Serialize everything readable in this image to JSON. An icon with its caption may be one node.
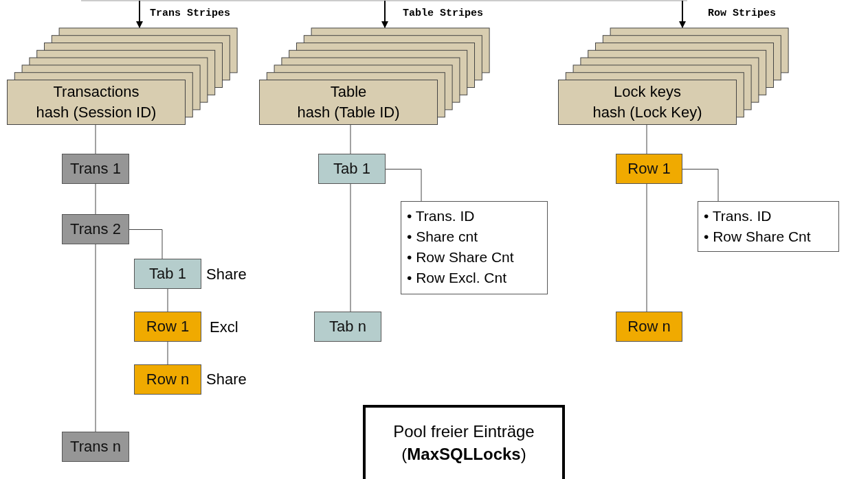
{
  "diagram": {
    "nodes": [
      {
        "text": [
          "Transactions",
          "hash (Session ID)"
        ]
      },
      {
        "text": [
          "Table",
          "hash (Table ID)"
        ]
      },
      {
        "text": [
          "Lock keys",
          "hash (Lock Key)"
        ]
      },
      {
        "text": [
          "Trans 1"
        ]
      },
      {
        "text": [
          "Trans 2"
        ]
      },
      {
        "text": [
          "Tab 1"
        ],
        "beside": [
          "Share"
        ]
      },
      {
        "text": [
          "Row 1"
        ],
        "beside": [
          "Excl"
        ]
      },
      {
        "text": [
          "Row n"
        ],
        "beside": [
          "Share"
        ]
      },
      {
        "text": [
          "Trans n"
        ]
      },
      {
        "text": [
          "Tab 1"
        ]
      },
      {
        "text": [
          "• Trans. ID",
          "• Share cnt",
          "• Row Share Cnt",
          "• Row Excl. Cnt"
        ]
      },
      {
        "text": [
          "Tab n"
        ]
      },
      {
        "text": [
          "Row 1"
        ]
      },
      {
        "text": [
          "• Trans. ID",
          "• Row Share Cnt"
        ]
      },
      {
        "text": [
          "Row n"
        ]
      },
      {
        "text": [
          "Pool freier Einträge (**MaxSQLLocks**)"
        ]
      }
    ],
    "edges": [
      {
        "from": null,
        "to": 0,
        "arrow": "to",
        "label": "Trans Stripes"
      },
      {
        "from": null,
        "to": 1,
        "arrow": "to",
        "label": "Table Stripes"
      },
      {
        "from": null,
        "to": 2,
        "arrow": "to",
        "label": "Row Stripes"
      },
      {
        "from": 0,
        "to": 3,
        "arrow": "none"
      },
      {
        "from": 3,
        "to": 4,
        "arrow": "none"
      },
      {
        "from": 4,
        "to": 8,
        "arrow": "none"
      },
      {
        "from": 4,
        "to": 5,
        "arrow": "none"
      },
      {
        "from": 5,
        "to": 6,
        "arrow": "none"
      },
      {
        "from": 6,
        "to": 7,
        "arrow": "none"
      },
      {
        "from": 1,
        "to": 9,
        "arrow": "none"
      },
      {
        "from": 9,
        "to": 11,
        "arrow": "none"
      },
      {
        "from": 9,
        "to": 10,
        "arrow": "none"
      },
      {
        "from": 2,
        "to": 12,
        "arrow": "none"
      },
      {
        "from": 12,
        "to": 14,
        "arrow": "none"
      },
      {
        "from": 12,
        "to": 13,
        "arrow": "none"
      }
    ]
  }
}
